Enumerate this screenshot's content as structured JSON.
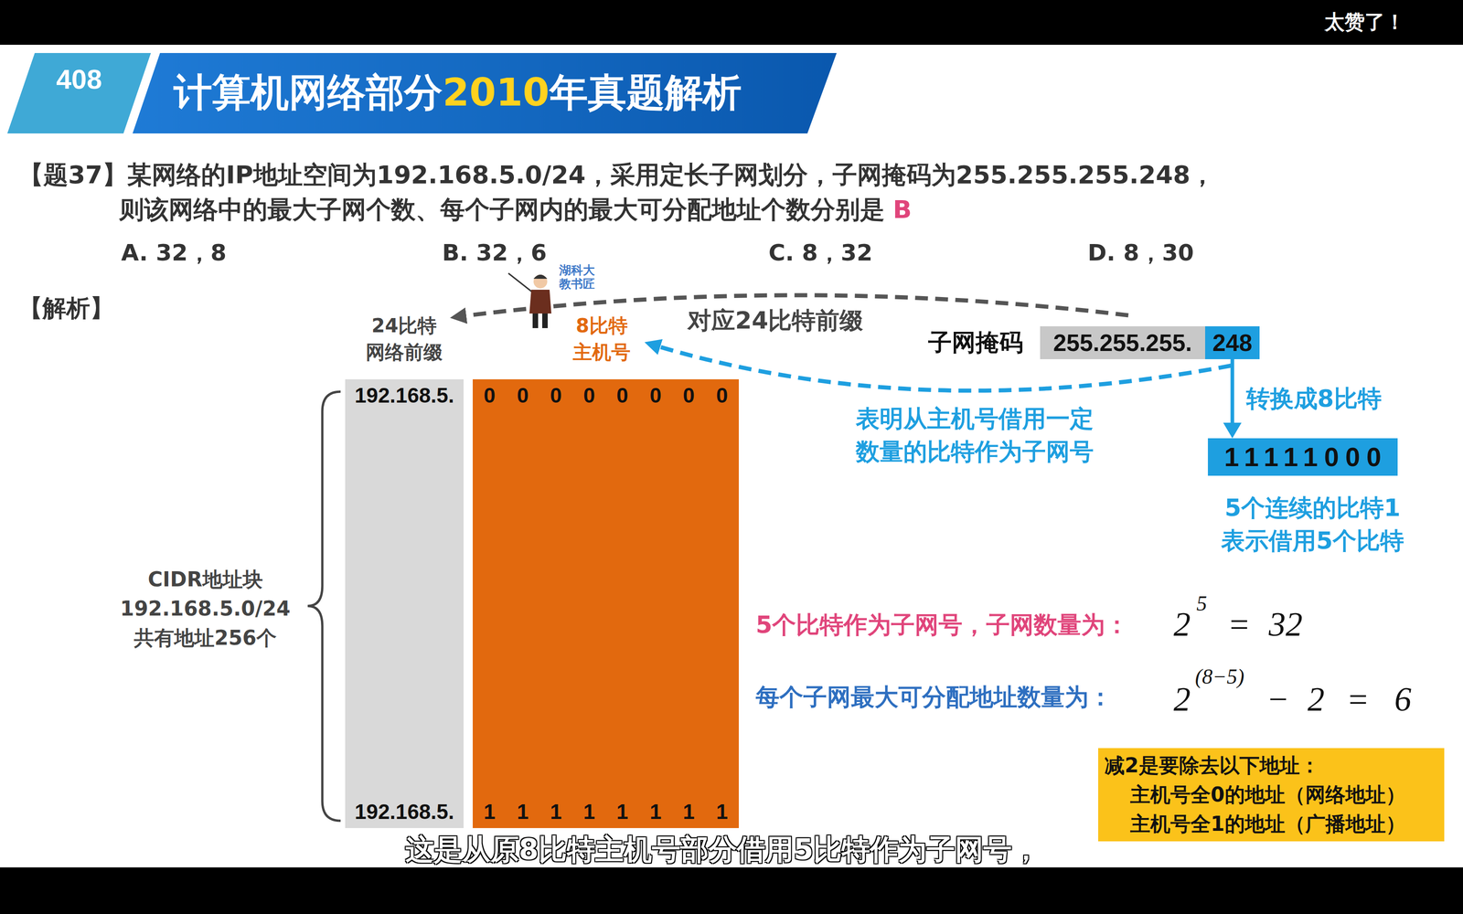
{
  "diagram": {
    "title": "计算机网络部分2010年真题解析",
    "nodes": [
      {
        "text": [
          "408"
        ]
      },
      {
        "text": [
          "192.168.5.",
          "192.168.5."
        ]
      },
      {
        "text": [
          "0 0 0 0 0 0 0 0",
          "1 1 1 1 1 1 1 1"
        ]
      },
      {
        "text": [
          "255.255.255."
        ]
      },
      {
        "text": [
          "248"
        ]
      },
      {
        "text": [
          "11111000"
        ]
      },
      {
        "text": [
          "减2是要除去以下地址：",
          "主机号全0的地址（网络地址）",
          "主机号全1的地址（广播地址）"
        ]
      }
    ],
    "edges": [
      {
        "from": 4,
        "to": 5,
        "arrow": "to",
        "label": "转换成8比特"
      }
    ],
    "labels": [
      "太赞了！",
      "湖科大教书匠",
      "【题37】某网络的IP地址空间为192.168.5.0/24，采用定长子网划分，子网掩码为255.255.255.248， 则该网络中的最大子网个数、每个子网内的最大可分配地址个数分别是",
      "B",
      "A. 32，8",
      "B. 32，6",
      "C. 8，32",
      "D. 8，30",
      "【解析】",
      "24比特 网络前缀",
      "湖科大 教书匠",
      "8比特 主机号",
      "对应24比特前缀",
      "子网掩码",
      "表明从主机号借用一定 数量的比特作为子网号",
      "5个连续的比特1 表示借用5个比特",
      "CIDR地址块 192.168.5.0/24 共有地址256个",
      "5个比特作为子网号，子网数量为：",
      "2",
      "5",
      "=",
      "32",
      "每个子网最大可分配地址数量为：",
      "2",
      "(8−5)",
      "−",
      "2",
      "=",
      "6",
      "这是从原8比特主机号部分借用5比特作为子网号，"
    ]
  }
}
